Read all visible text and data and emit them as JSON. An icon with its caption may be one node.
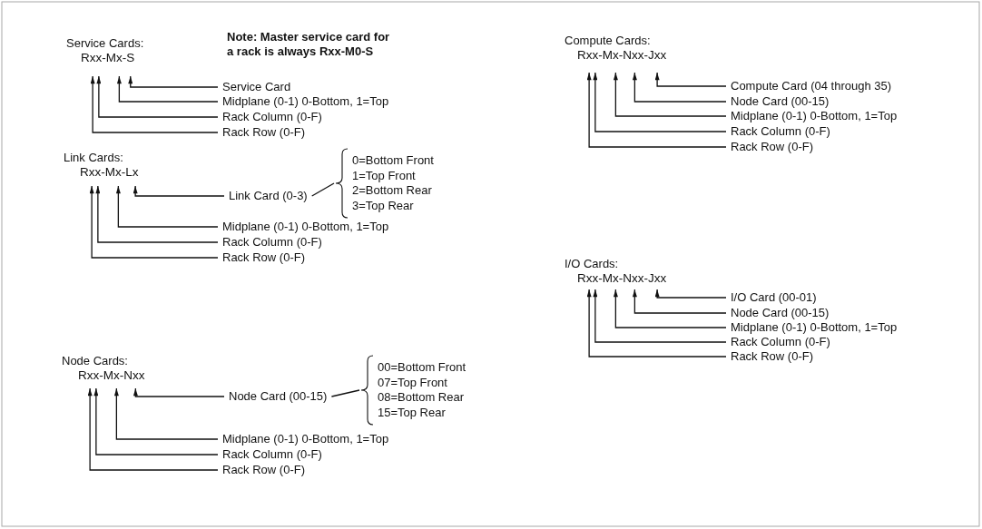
{
  "diagram": {
    "nodes": [
      {
        "text": [
          "Service Cards:",
          "Rxx-Mx-S"
        ]
      },
      {
        "text": [
          "Service Card"
        ]
      },
      {
        "text": [
          "Midplane (0-1) 0-Bottom, 1=Top"
        ]
      },
      {
        "text": [
          "Rack Column (0-F)"
        ]
      },
      {
        "text": [
          "Rack Row (0-F)"
        ]
      },
      {
        "text": [
          "Link Cards:",
          "Rxx-Mx-Lx"
        ]
      },
      {
        "text": [
          "Link Card (0-3)"
        ]
      },
      {
        "text": [
          "0=Bottom Front",
          "1=Top Front",
          "2=Bottom Rear",
          "3=Top Rear"
        ]
      },
      {
        "text": [
          "Midplane (0-1) 0-Bottom, 1=Top"
        ]
      },
      {
        "text": [
          "Rack Column (0-F)"
        ]
      },
      {
        "text": [
          "Rack Row (0-F)"
        ]
      },
      {
        "text": [
          "Node Cards:",
          "Rxx-Mx-Nxx"
        ]
      },
      {
        "text": [
          "Node Card (00-15)"
        ]
      },
      {
        "text": [
          "00=Bottom Front",
          "07=Top Front",
          "08=Bottom Rear",
          "15=Top Rear"
        ]
      },
      {
        "text": [
          "Midplane (0-1) 0-Bottom, 1=Top"
        ]
      },
      {
        "text": [
          "Rack Column (0-F)"
        ]
      },
      {
        "text": [
          "Rack Row (0-F)"
        ]
      },
      {
        "text": [
          "Compute Cards:",
          "Rxx-Mx-Nxx-Jxx"
        ]
      },
      {
        "text": [
          "Compute Card (04 through 35)"
        ]
      },
      {
        "text": [
          "Node Card (00-15)"
        ]
      },
      {
        "text": [
          "Midplane (0-1) 0-Bottom, 1=Top"
        ]
      },
      {
        "text": [
          "Rack Column (0-F)"
        ]
      },
      {
        "text": [
          "Rack Row (0-F)"
        ]
      },
      {
        "text": [
          "I/O Cards:",
          "Rxx-Mx-Nxx-Jxx"
        ]
      },
      {
        "text": [
          "I/O Card (00-01)"
        ]
      },
      {
        "text": [
          "Node Card (00-15)"
        ]
      },
      {
        "text": [
          "Midplane (0-1) 0-Bottom, 1=Top"
        ]
      },
      {
        "text": [
          "Rack Column (0-F)"
        ]
      },
      {
        "text": [
          "Rack Row (0-F)"
        ]
      }
    ],
    "edges": [
      {
        "from": 1,
        "to": 0,
        "arrow": "to"
      },
      {
        "from": 2,
        "to": 0,
        "arrow": "to"
      },
      {
        "from": 3,
        "to": 0,
        "arrow": "to"
      },
      {
        "from": 4,
        "to": 0,
        "arrow": "to"
      },
      {
        "from": 6,
        "to": 5,
        "arrow": "to"
      },
      {
        "from": 6,
        "to": 7,
        "arrow": "none"
      },
      {
        "from": 8,
        "to": 5,
        "arrow": "to"
      },
      {
        "from": 9,
        "to": 5,
        "arrow": "to"
      },
      {
        "from": 10,
        "to": 5,
        "arrow": "to"
      },
      {
        "from": 12,
        "to": 11,
        "arrow": "to"
      },
      {
        "from": 12,
        "to": 13,
        "arrow": "none"
      },
      {
        "from": 14,
        "to": 11,
        "arrow": "to"
      },
      {
        "from": 15,
        "to": 11,
        "arrow": "to"
      },
      {
        "from": 16,
        "to": 11,
        "arrow": "to"
      },
      {
        "from": 18,
        "to": 17,
        "arrow": "to"
      },
      {
        "from": 19,
        "to": 17,
        "arrow": "to"
      },
      {
        "from": 20,
        "to": 17,
        "arrow": "to"
      },
      {
        "from": 21,
        "to": 17,
        "arrow": "to"
      },
      {
        "from": 22,
        "to": 17,
        "arrow": "to"
      },
      {
        "from": 24,
        "to": 23,
        "arrow": "to"
      },
      {
        "from": 25,
        "to": 23,
        "arrow": "to"
      },
      {
        "from": 26,
        "to": 23,
        "arrow": "to"
      },
      {
        "from": 27,
        "to": 23,
        "arrow": "to"
      },
      {
        "from": 28,
        "to": 23,
        "arrow": "to"
      }
    ],
    "labels": [
      "Note: Master service card for a rack is always Rxx-M0-S"
    ]
  }
}
